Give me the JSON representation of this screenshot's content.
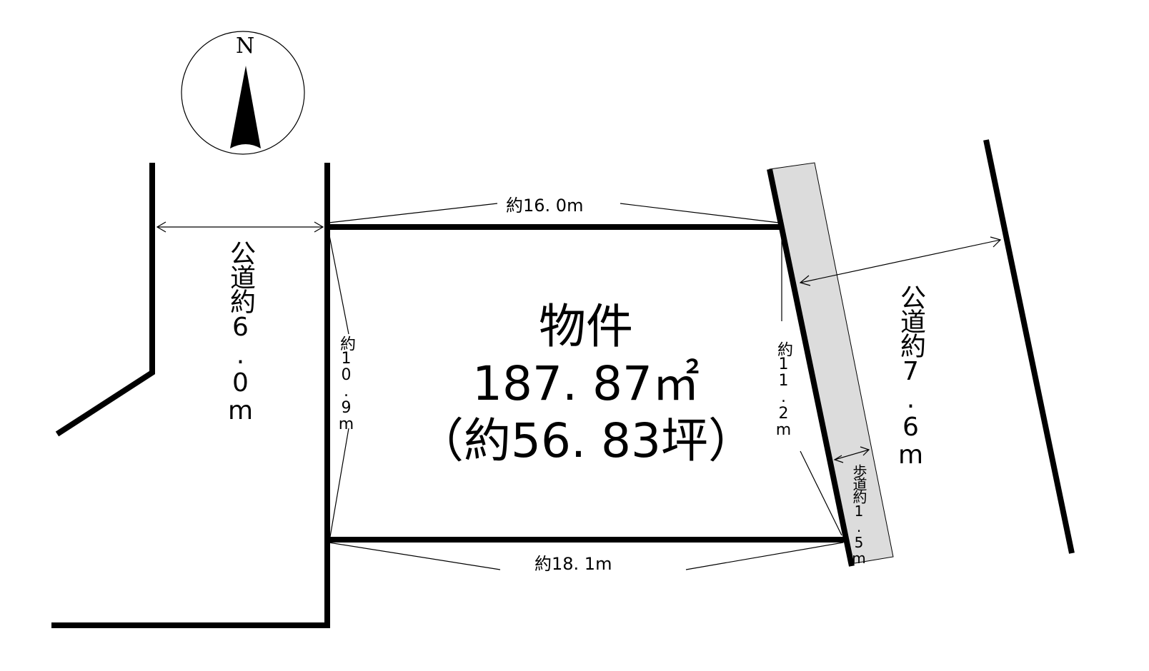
{
  "compass": {
    "label": "N"
  },
  "property": {
    "title": "物件",
    "area_sqm": "187. 87㎡",
    "area_tsubo": "（約56. 83坪）"
  },
  "dimensions": {
    "top_edge": "約16. 0m",
    "bottom_edge": "約18. 1m",
    "left_edge": "約10.9m",
    "right_edge": "約11.2m"
  },
  "roads": {
    "left_road": "公道約6.0m",
    "right_road": "公道約7.6m",
    "sidewalk": "歩道約1.5m"
  },
  "colors": {
    "line": "#000000",
    "sidewalk_fill": "#dcdcdc"
  }
}
